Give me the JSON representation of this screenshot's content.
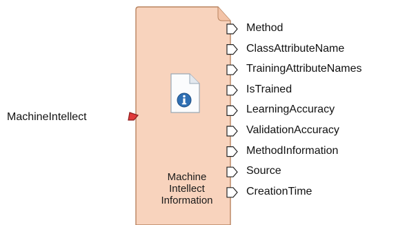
{
  "node": {
    "caption_lines": [
      "Machine",
      "Intellect",
      "Information"
    ],
    "icon": "info-document-icon",
    "colors": {
      "fill": "#f8d3bd",
      "border": "#b8835f",
      "input_port": "#e03a3a",
      "output_port": "#ffffff"
    }
  },
  "inputs": [
    {
      "label": "MachineIntellect"
    }
  ],
  "outputs": [
    {
      "label": "Method"
    },
    {
      "label": "ClassAttributeName"
    },
    {
      "label": "TrainingAttributeNames"
    },
    {
      "label": "IsTrained"
    },
    {
      "label": "LearningAccuracy"
    },
    {
      "label": "ValidationAccuracy"
    },
    {
      "label": "MethodInformation"
    },
    {
      "label": "Source"
    },
    {
      "label": "CreationTime"
    }
  ]
}
